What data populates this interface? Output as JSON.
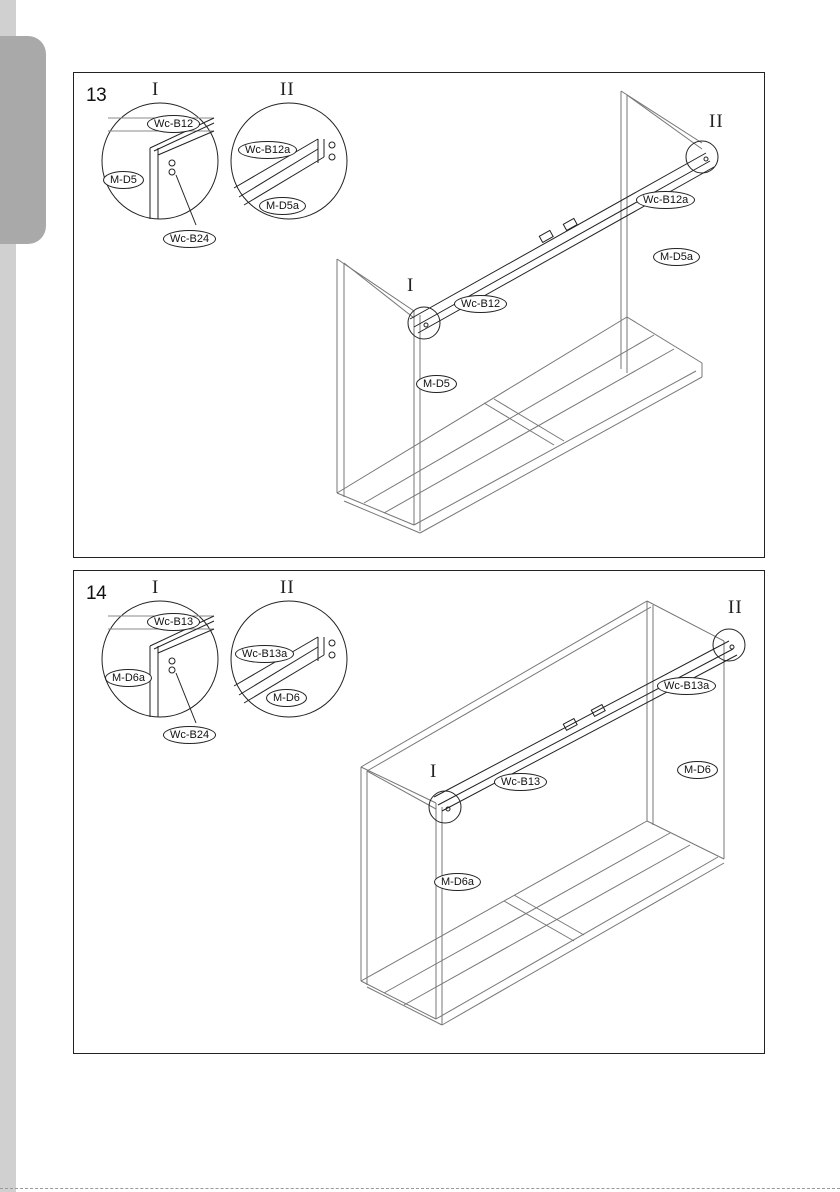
{
  "steps": [
    {
      "number": "13",
      "roman_1": "I",
      "roman_2": "II",
      "labels": {
        "detail1_beam": "Wc-B12",
        "detail1_post": "M-D5",
        "detail1_screw": "Wc-B24",
        "detail2_beam": "Wc-B12a",
        "detail2_post": "M-D5a",
        "main_beam_a": "Wc-B12a",
        "main_post_a": "M-D5a",
        "main_beam": "Wc-B12",
        "main_post": "M-D5"
      }
    },
    {
      "number": "14",
      "roman_1": "I",
      "roman_2": "II",
      "labels": {
        "detail1_beam": "Wc-B13",
        "detail1_post": "M-D6a",
        "detail1_screw": "Wc-B24",
        "detail2_beam": "Wc-B13a",
        "detail2_post": "M-D6",
        "main_beam_a": "Wc-B13a",
        "main_post_a": "M-D6",
        "main_beam": "Wc-B13",
        "main_post": "M-D6a"
      }
    }
  ],
  "colors": {
    "line": "#222222",
    "frame_gray": "#888888",
    "side_tab": "#a9a9a9",
    "side_strip": "#d0d0d0"
  },
  "icons": [
    "screw-icon",
    "beam-icon"
  ]
}
